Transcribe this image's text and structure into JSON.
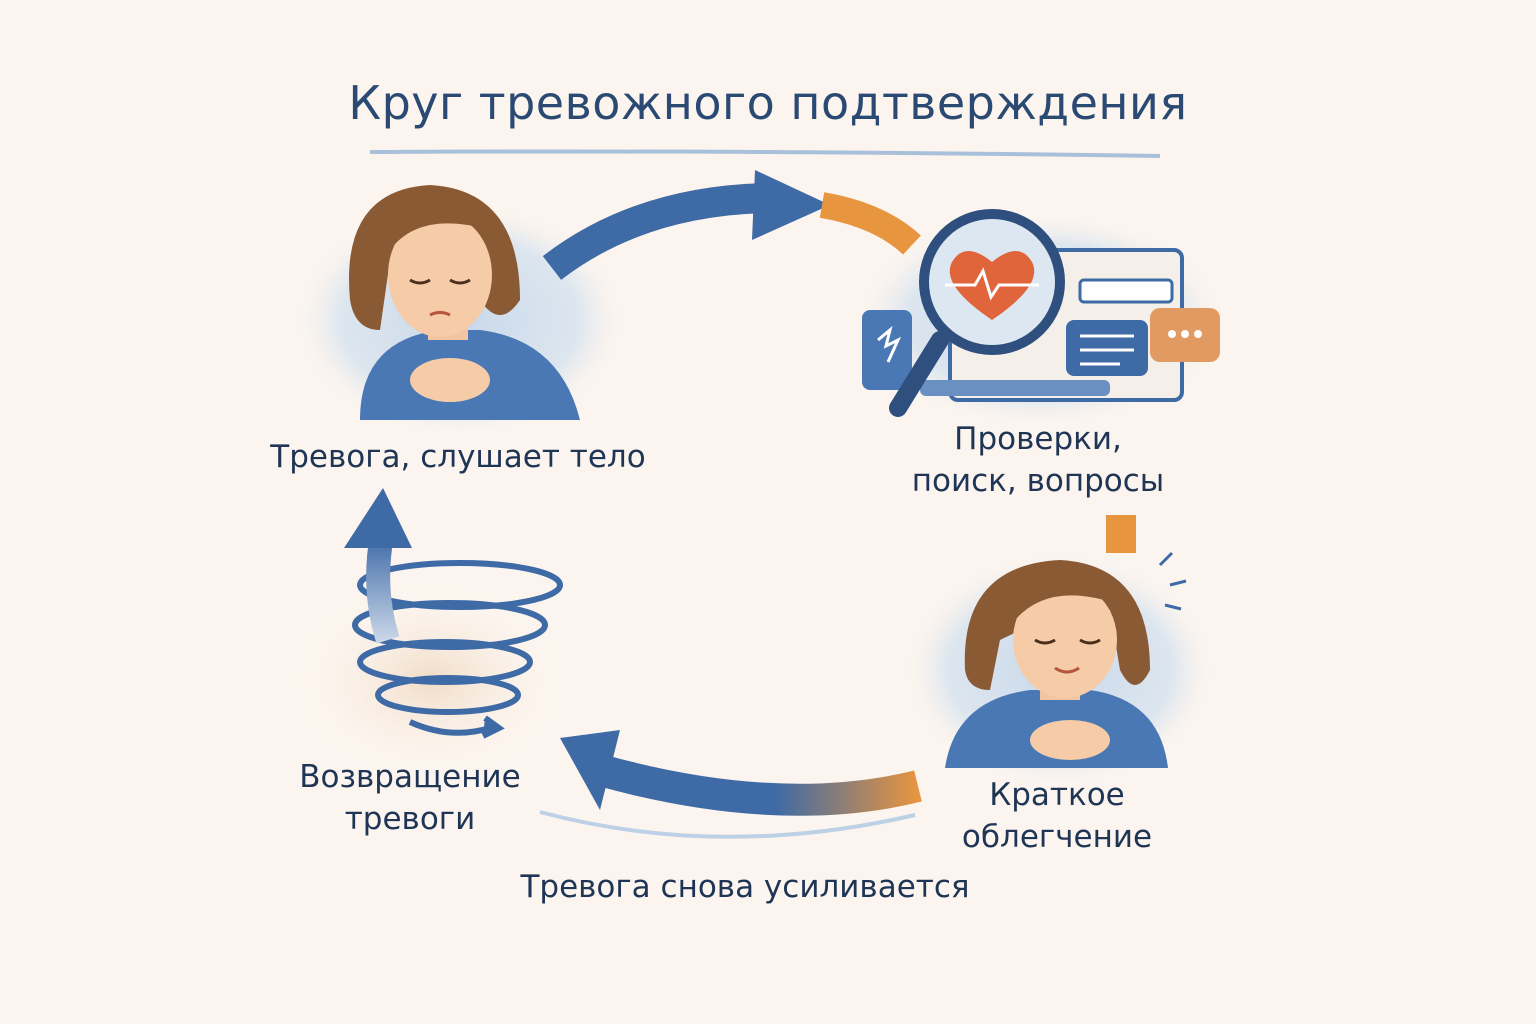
{
  "title": "Круг тревожного подтверждения",
  "stages": [
    {
      "id": "anxiety",
      "lines": [
        "Тревога, слушает тело"
      ]
    },
    {
      "id": "checking",
      "lines": [
        "Проверки,",
        "поиск, вопросы"
      ]
    },
    {
      "id": "relief",
      "lines": [
        "Краткое",
        "облегчение"
      ]
    },
    {
      "id": "return",
      "lines": [
        "Возвращение",
        "тревоги"
      ]
    }
  ],
  "bottom_caption": "Тревога снова усиливается",
  "colors": {
    "blue": "#3e6aa6",
    "orange": "#e8953f",
    "background": "#fcf5ef",
    "heart": "#e0653a"
  }
}
